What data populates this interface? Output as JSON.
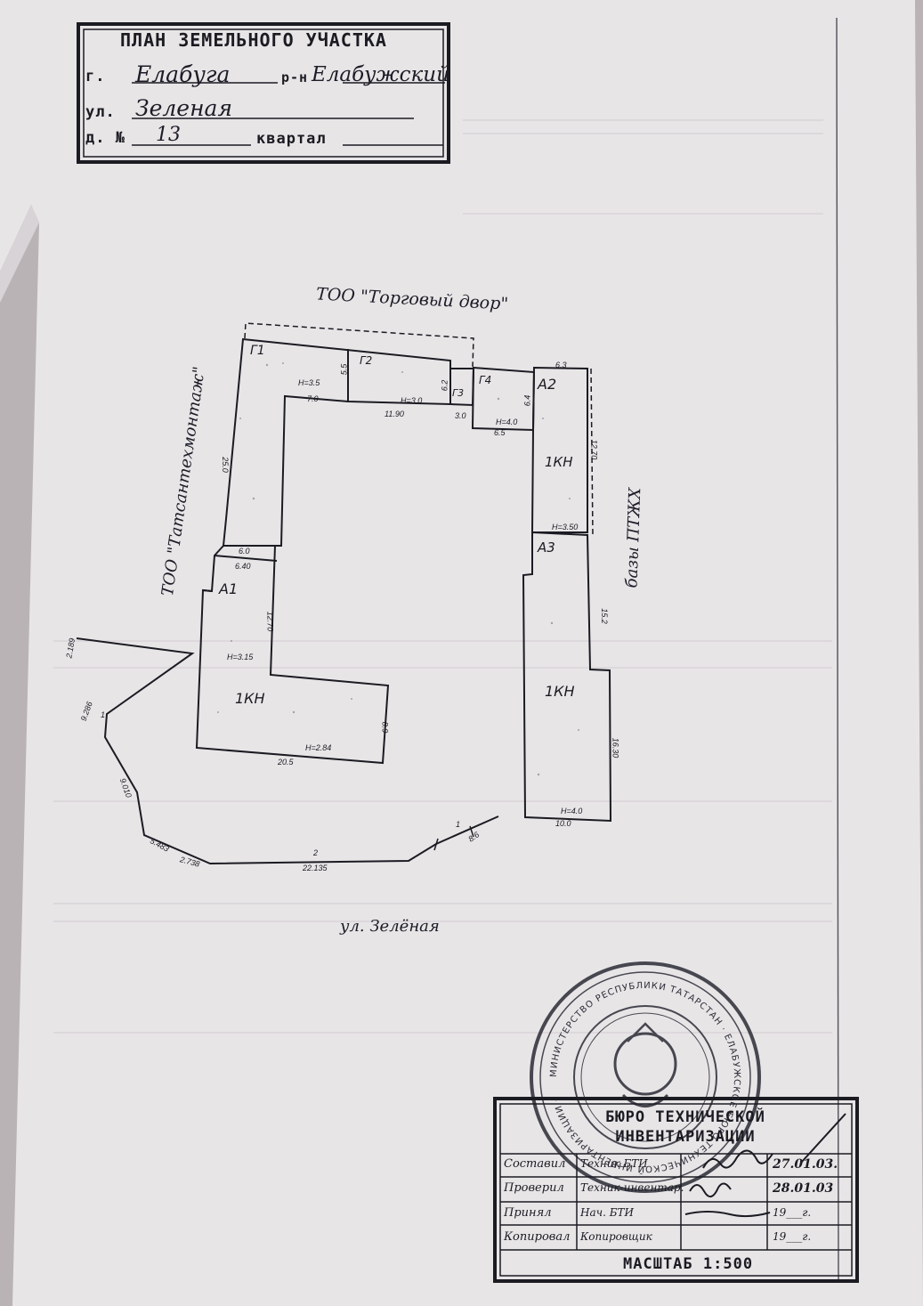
{
  "header": {
    "title": "ПЛАН ЗЕМЕЛЬНОГО УЧАСТКА",
    "city_prefix": "г.",
    "city": "Елабуга",
    "district_suffix": "р-н",
    "district": "Елабужский",
    "street_prefix": "ул.",
    "street": "Зеленая",
    "house_prefix": "д. №",
    "house": "13",
    "quarter_label": "квартал"
  },
  "neighbors": {
    "north": "ТОО \"Торговый двор\"",
    "west": "ТОО \"Татсантехмонтаж\"",
    "east": "базы ПТЖХ",
    "south": "ул. Зелёная"
  },
  "rooms": {
    "g1": "Г1",
    "g2": "Г2",
    "g3": "Г3",
    "g4": "Г4",
    "a1": "А1",
    "a2": "А2",
    "a3": "А3",
    "kn1": "1КН",
    "kn2": "1КН",
    "kn3": "1КН"
  },
  "dims": {
    "h35": "Н=3.5",
    "d70": "7.0",
    "d55": "5.5",
    "d62": "6.2",
    "h30": "Н=3.0",
    "d1190": "11.90",
    "d30": "3.0",
    "h40a": "Н=4.0",
    "d65": "6.5",
    "d64": "6.4",
    "d63": "6.3",
    "d1270a": "12.70",
    "h350": "Н=3.50",
    "d250": "25.0",
    "d60": "6.0",
    "d640": "6.40",
    "d1270b": "12.70",
    "h315": "Н=3.15",
    "h284": "Н=2.84",
    "d205": "20.5",
    "d89": "8.9",
    "d152": "15.2",
    "d1630": "16.30",
    "h40b": "Н=4.0",
    "d100": "10.0"
  },
  "boundary": {
    "s2189": "2.189",
    "n1": "1",
    "s9286": "9.286",
    "s9010": "9.010",
    "s5483": "5.483",
    "s2738": "2.738",
    "n2": "2",
    "s22135": "22.135",
    "s86": "8.6",
    "n1b": "1"
  },
  "title_block": {
    "org": "БЮРО ТЕХНИЧЕСКОЙ ИНВЕНТАРИЗАЦИИ",
    "rows": [
      {
        "role": "Составил",
        "who": "Техник БТИ",
        "date": "27.01.03."
      },
      {
        "role": "Проверил",
        "who": "Техник-инвентар.",
        "date": "28.01.03"
      },
      {
        "role": "Принял",
        "who": "Нач. БТИ",
        "date": "19___г."
      },
      {
        "role": "Копировал",
        "who": "Копировщик",
        "date": "19___г."
      }
    ],
    "scale": "МАСШТАБ 1:500"
  },
  "seal": {
    "text": "МИНИСТЕРСТВО РЕСПУБЛИКИ ТАТАРСТАН · ЕЛАБУЖСКОЕ БЮРО ТЕХНИЧЕСКОЙ ИНВЕНТАРИЗАЦИИ ·"
  },
  "colors": {
    "paper": "#e9e6e8",
    "ink": "#1b1b22",
    "background": "#b9b3b5"
  }
}
